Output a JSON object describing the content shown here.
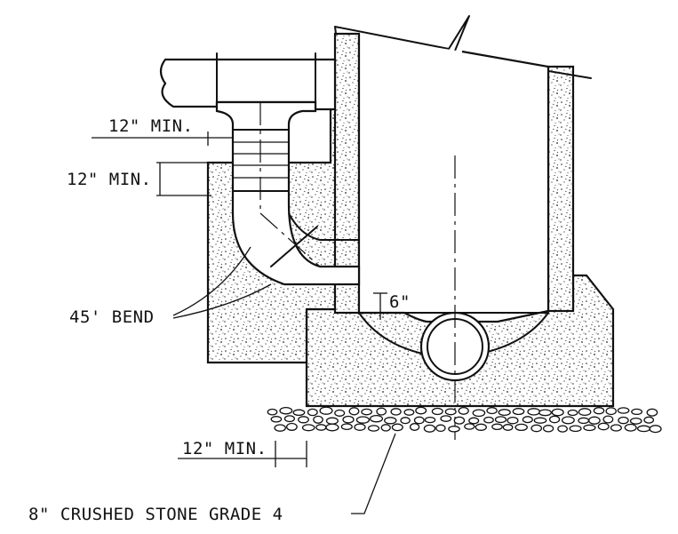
{
  "labels": {
    "min_top_horizontal": "12\" MIN.",
    "min_top_vertical": "12\" MIN.",
    "bend": "45' BEND",
    "six_inch": "6\"",
    "min_bottom": "12\" MIN.",
    "stone": "8\" CRUSHED STONE GRADE 4"
  }
}
